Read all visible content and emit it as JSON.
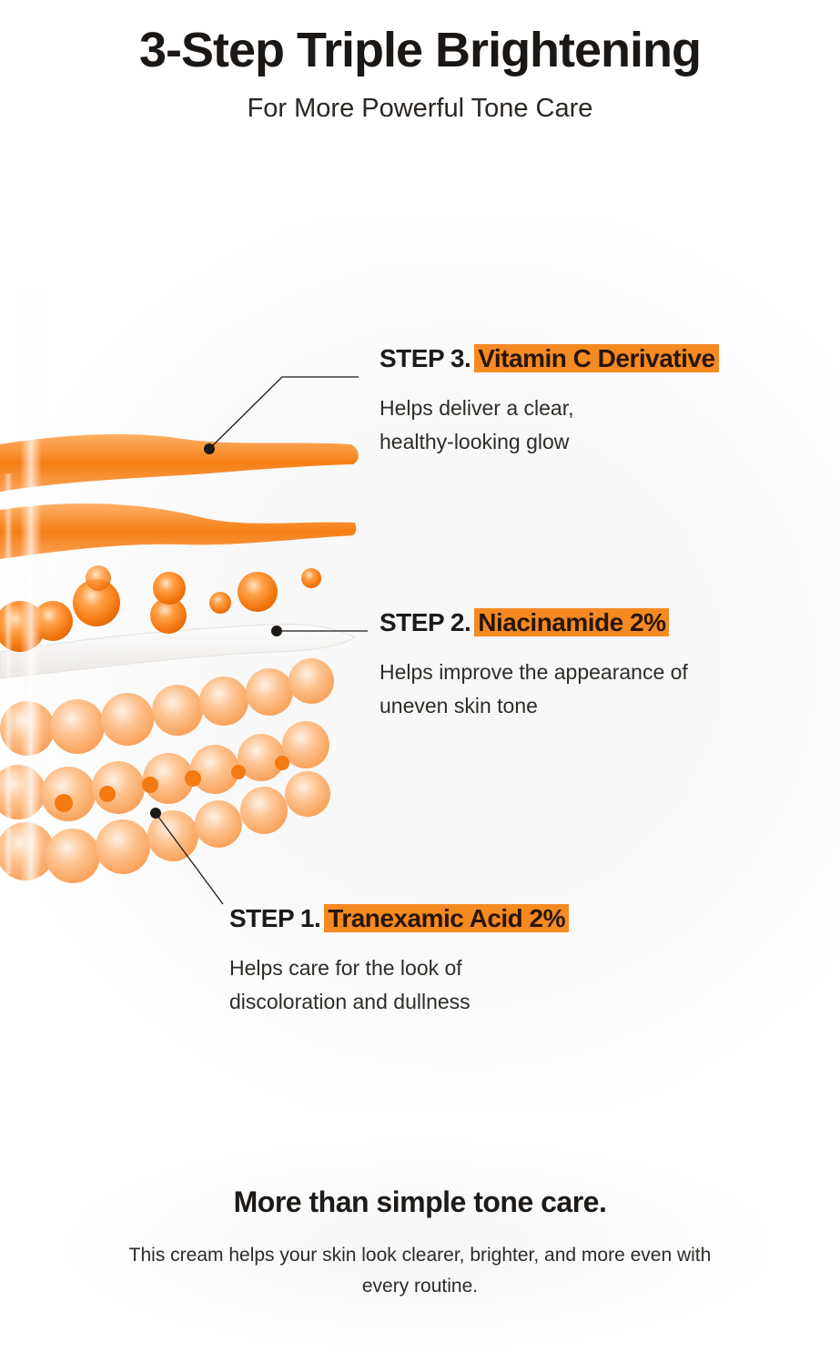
{
  "header": {
    "title": "3-Step Triple Brightening",
    "subtitle": "For More Powerful Tone Care"
  },
  "steps": [
    {
      "label": "STEP 3.",
      "ingredient": "Vitamin C Derivative",
      "description": "Helps deliver a clear, healthy-looking glow"
    },
    {
      "label": "STEP 2.",
      "ingredient": "Niacinamide 2%",
      "description": "Helps improve the appearance of uneven skin tone"
    },
    {
      "label": "STEP 1.",
      "ingredient": "Tranexamic Acid 2%",
      "description": "Helps care for the look of discoloration and dullness"
    }
  ],
  "footer": {
    "title": "More than simple tone care.",
    "text": "This cream helps your skin look clearer, brighter, and more even with every routine."
  },
  "colors": {
    "accent": "#f58a23",
    "text": "#1d1a17"
  },
  "illustration": {
    "icon": "skin-layers-illustration"
  }
}
